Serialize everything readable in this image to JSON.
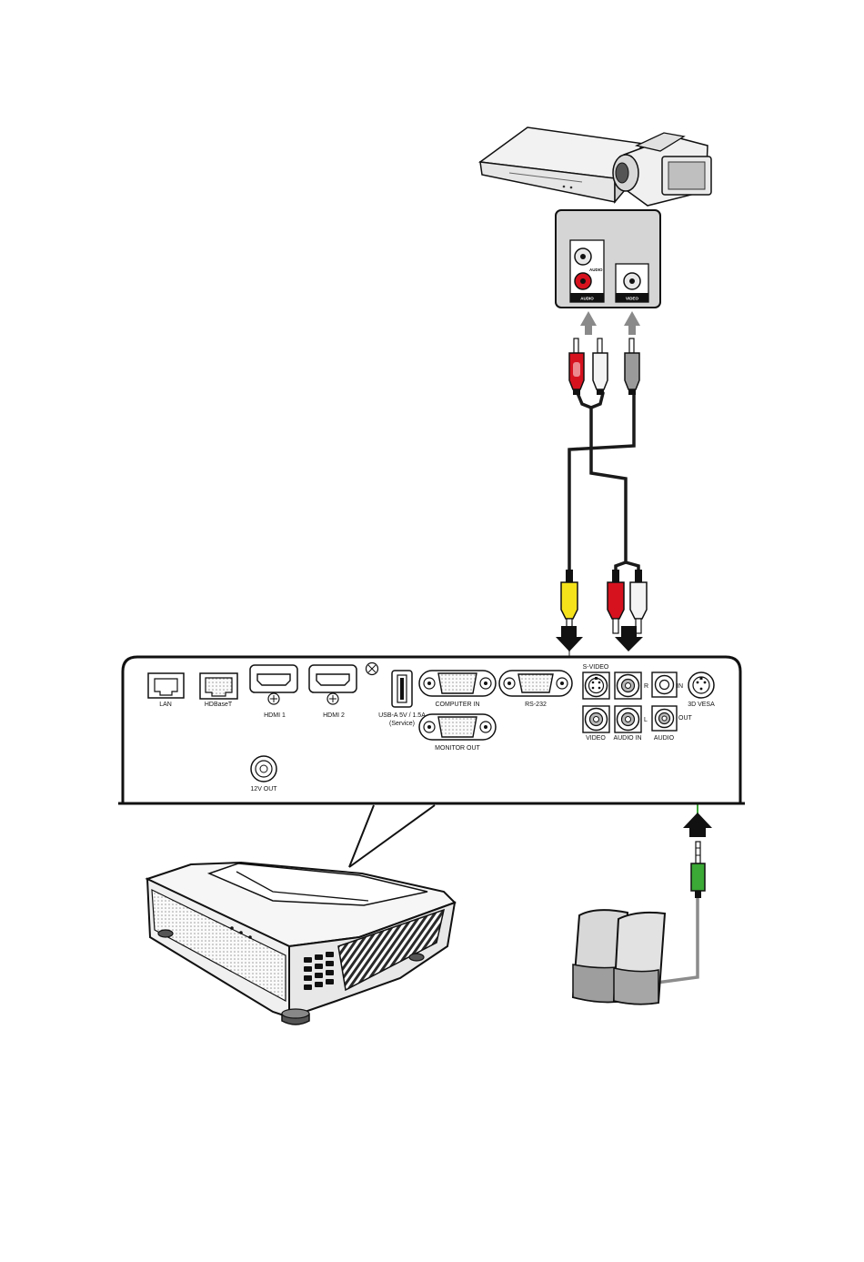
{
  "source_device": {
    "panel_labels": {
      "audio_side": "AUDIO",
      "audio_bottom": "AUDIO",
      "video_bottom": "VIDEO"
    }
  },
  "projector_panel": {
    "ports": {
      "lan": "LAN",
      "hdbaset": "HDBaseT",
      "hdmi1": "HDMI 1",
      "hdmi2": "HDMI 2",
      "usb_line1": "USB-A 5V / 1.5A",
      "usb_line2": "(Service)",
      "computer_in": "COMPUTER IN",
      "rs232": "RS-232",
      "monitor_out": "MONITOR OUT",
      "svideo": "S-VIDEO",
      "video": "VIDEO",
      "audio_in": "AUDIO IN",
      "audio_r": "R",
      "audio_l": "L",
      "in": "IN",
      "out": "OUT",
      "audio": "AUDIO",
      "vesa": "3D VESA",
      "out12v": "12V OUT"
    }
  },
  "colors": {
    "cable_black": "#1a1a1a",
    "cable_gray": "#8c8c8c",
    "cable_green": "#3aa935",
    "rca_red": "#d7121f",
    "rca_white": "#f4f4f4",
    "rca_yellow": "#f5e21b",
    "rca_gray": "#9a9a9a",
    "arrow_gray": "#8a8a8a",
    "arrow_black": "#111111"
  }
}
